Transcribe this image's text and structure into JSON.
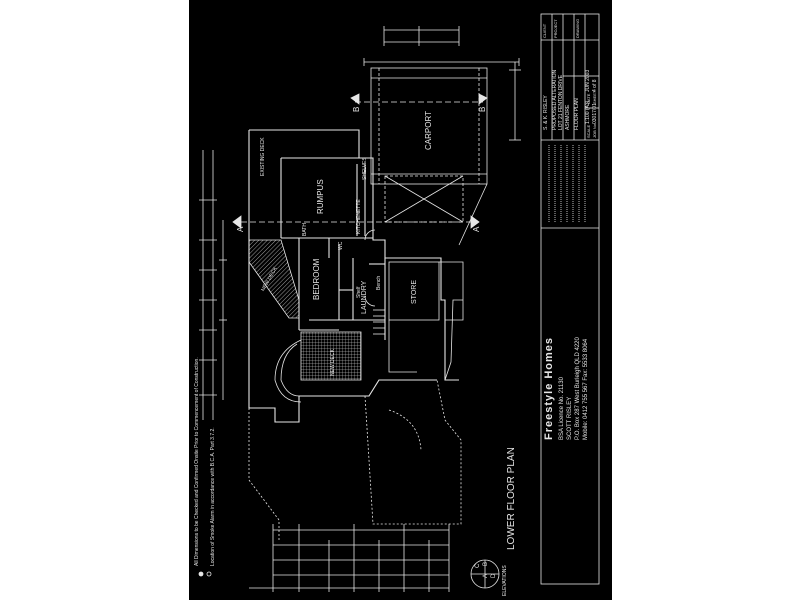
{
  "colors": {
    "background": "#000000",
    "linework": "#e6e6e6",
    "page": "#ffffff"
  },
  "plan": {
    "title": "LOWER FLOOR PLAN",
    "rooms": {
      "carport": "CARPORT",
      "rumpus": "RUMPUS",
      "bedroom": "BEDROOM",
      "laundry": "LAUNDRY",
      "store": "STORE",
      "kitchenette": "KITCHENETTE",
      "bath": "BATH",
      "new_deck_upper": "NEW DECK",
      "new_deck_lower": "NEW DECK",
      "existing_deck": "EXISTING DECK",
      "shelves": "SHELVES",
      "shelf": "Shelf",
      "bench": "Bench",
      "wc": "WC"
    },
    "section_markers": [
      "A",
      "A",
      "B",
      "B"
    ],
    "elevation_letters": [
      "C",
      "A",
      "B",
      "D"
    ],
    "elevations_label": "ELEVATIONS",
    "notes": [
      "All Dimensions to be Checked and Confirmed Onsite Prior to Commencement of Construction.",
      "Location of Smoke Alarm in accordance with B.C.A. Part 3.7.2."
    ]
  },
  "title_block": {
    "company": "Freestyle Homes",
    "bsa": "BSA Licence No. 21130",
    "person": "SCOTT RISLEY",
    "po_box": "P.O. Box 287  West Burleigh  QLD  4220",
    "phone": "Mobile: 0412 755 567   Fax: 5533 8064",
    "client_label": "CLIENT",
    "client": "S. & K. RISLEY",
    "project_label": "PROJECT",
    "project": "PROPOSED ALTERATION",
    "address1": "LOT 21 FENTON DRIVE",
    "address2": "ASHMORE",
    "drawing_label": "DRAWING",
    "drawing": "FLOOR PLAN",
    "scale_label": "SCALE",
    "scale": "1:100 (A3)",
    "date_label": "DATE",
    "date": "JUN 2003",
    "job_label": "JOB No",
    "job": "03017/01",
    "sheet_label": "SHEET",
    "sheet": "4 of 8"
  }
}
